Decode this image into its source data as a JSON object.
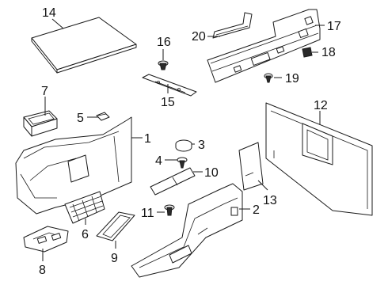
{
  "callouts": [
    {
      "id": "1",
      "text": "1"
    },
    {
      "id": "2",
      "text": "2"
    },
    {
      "id": "3",
      "text": "3"
    },
    {
      "id": "4",
      "text": "4"
    },
    {
      "id": "5",
      "text": "5"
    },
    {
      "id": "6",
      "text": "6"
    },
    {
      "id": "7",
      "text": "7"
    },
    {
      "id": "8",
      "text": "8"
    },
    {
      "id": "9",
      "text": "9"
    },
    {
      "id": "10",
      "text": "10"
    },
    {
      "id": "11",
      "text": "11"
    },
    {
      "id": "12",
      "text": "12"
    },
    {
      "id": "13",
      "text": "13"
    },
    {
      "id": "14",
      "text": "14"
    },
    {
      "id": "15",
      "text": "15"
    },
    {
      "id": "16",
      "text": "16"
    },
    {
      "id": "17",
      "text": "17"
    },
    {
      "id": "18",
      "text": "18"
    },
    {
      "id": "19",
      "text": "19"
    },
    {
      "id": "20",
      "text": "20"
    }
  ]
}
